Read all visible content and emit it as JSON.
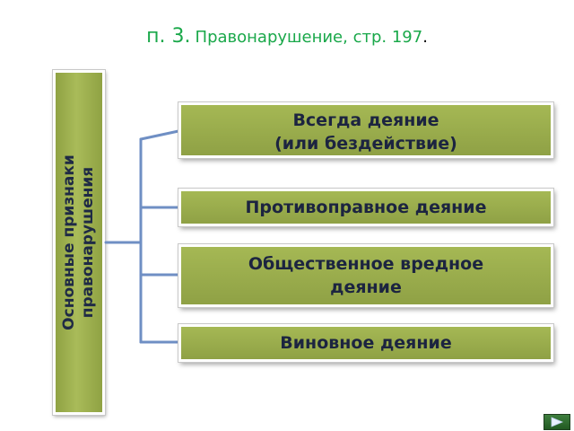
{
  "title": {
    "prefix": "п. 3.",
    "text": "Правонарушение, стр. 197",
    "dot": "."
  },
  "main_concept": {
    "line1": "Основные признаки",
    "line2": "правонарушения"
  },
  "signs": [
    {
      "line1": "Всегда деяние",
      "line2": "(или бездействие)"
    },
    {
      "line1": "Противоправное деяние",
      "line2": ""
    },
    {
      "line1": "Общественное вредное",
      "line2": "деяние"
    },
    {
      "line1": "Виновное деяние",
      "line2": ""
    }
  ],
  "colors": {
    "title": "#1aa84a",
    "box_fill": "#9bae4d",
    "box_text": "#1c2440",
    "connector": "#6f8fc4"
  },
  "nav": {
    "icon": "play-next-icon"
  }
}
